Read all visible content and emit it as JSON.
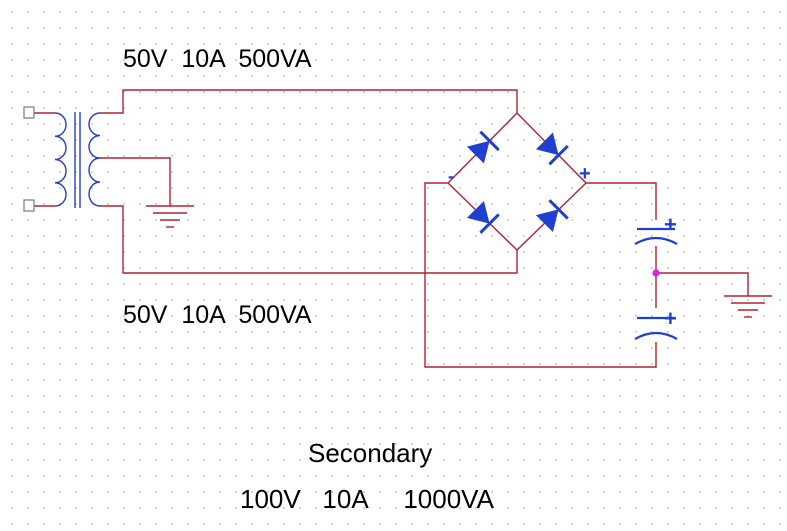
{
  "labels": {
    "top_rating": "50V  10A  500VA",
    "bottom_rating": "50V  10A  500VA",
    "secondary_title": "Secondary",
    "secondary_rating": "100V   10A     1000VA"
  },
  "bridge_symbols": {
    "plus": "+",
    "minus": "-"
  },
  "capacitor_symbols": {
    "upper_plus": "+",
    "lower_plus": "+"
  },
  "colors": {
    "wire": "#b22234",
    "component": "#1f3fd1",
    "ground": "#b22234",
    "junction": "#e020e0",
    "terminal": "#7a7a7a",
    "text": "#000000"
  }
}
